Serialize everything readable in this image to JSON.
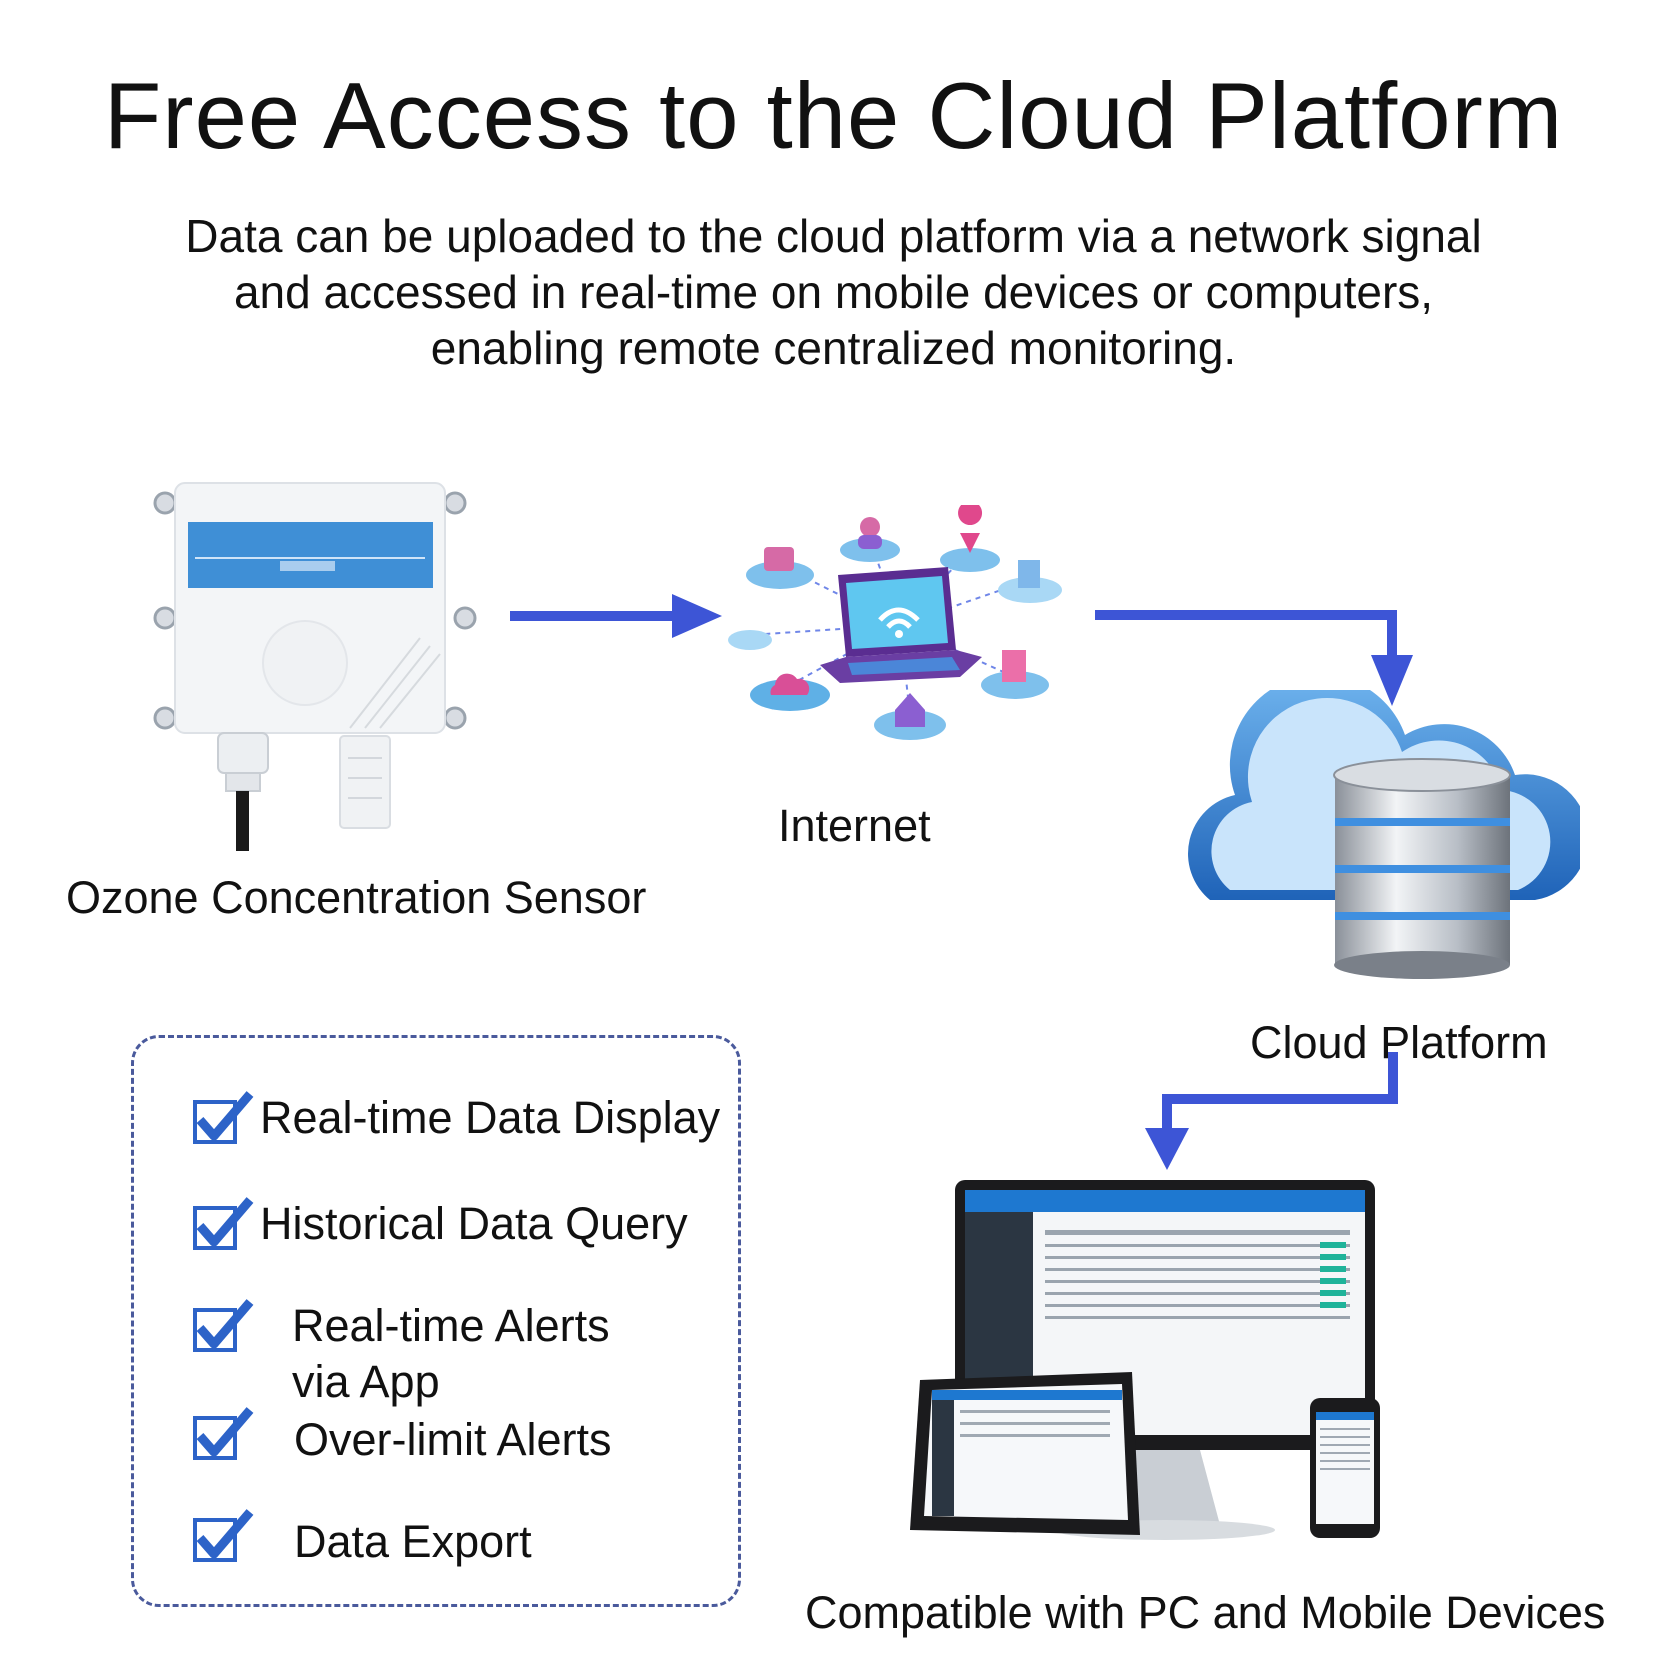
{
  "header": {
    "title": "Free Access to the Cloud Platform",
    "subtitle_lines": [
      "Data can be uploaded to the cloud platform via a network signal",
      "and accessed in real-time on mobile devices or computers,",
      "enabling remote centralized monitoring."
    ]
  },
  "nodes": {
    "sensor": "Ozone Concentration Sensor",
    "internet": "Internet",
    "cloud": "Cloud Platform",
    "devices": "Compatible with PC and Mobile Devices"
  },
  "features": [
    "Real-time Data Display",
    "Historical Data Query",
    "Real-time Alerts",
    "via App",
    "Over-limit Alerts",
    "Data Export"
  ],
  "colors": {
    "arrow": "#3d55d6",
    "check": "#2d63c8",
    "sensor_band": "#3f8fd6",
    "cloud": "#3a86d8",
    "box_border": "#4a5a9c"
  }
}
